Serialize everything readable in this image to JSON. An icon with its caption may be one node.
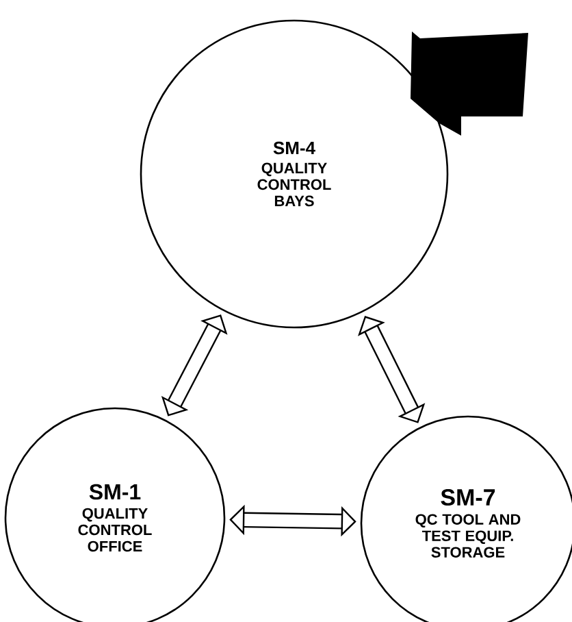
{
  "diagram": {
    "nodes": [
      {
        "text": [
          "SM-4",
          "QUALITY CONTROL BAYS"
        ]
      },
      {
        "text": [
          "SM-1",
          "QUALITY CONTROL OFFICE"
        ]
      },
      {
        "text": [
          "SM-7",
          "QC TOOL AND TEST EQUIP. STORAGE"
        ]
      }
    ],
    "edges": [
      {
        "from": 0,
        "to": 1,
        "arrow": "both"
      },
      {
        "from": 0,
        "to": 2,
        "arrow": "both"
      },
      {
        "from": 1,
        "to": 2,
        "arrow": "both"
      }
    ]
  }
}
